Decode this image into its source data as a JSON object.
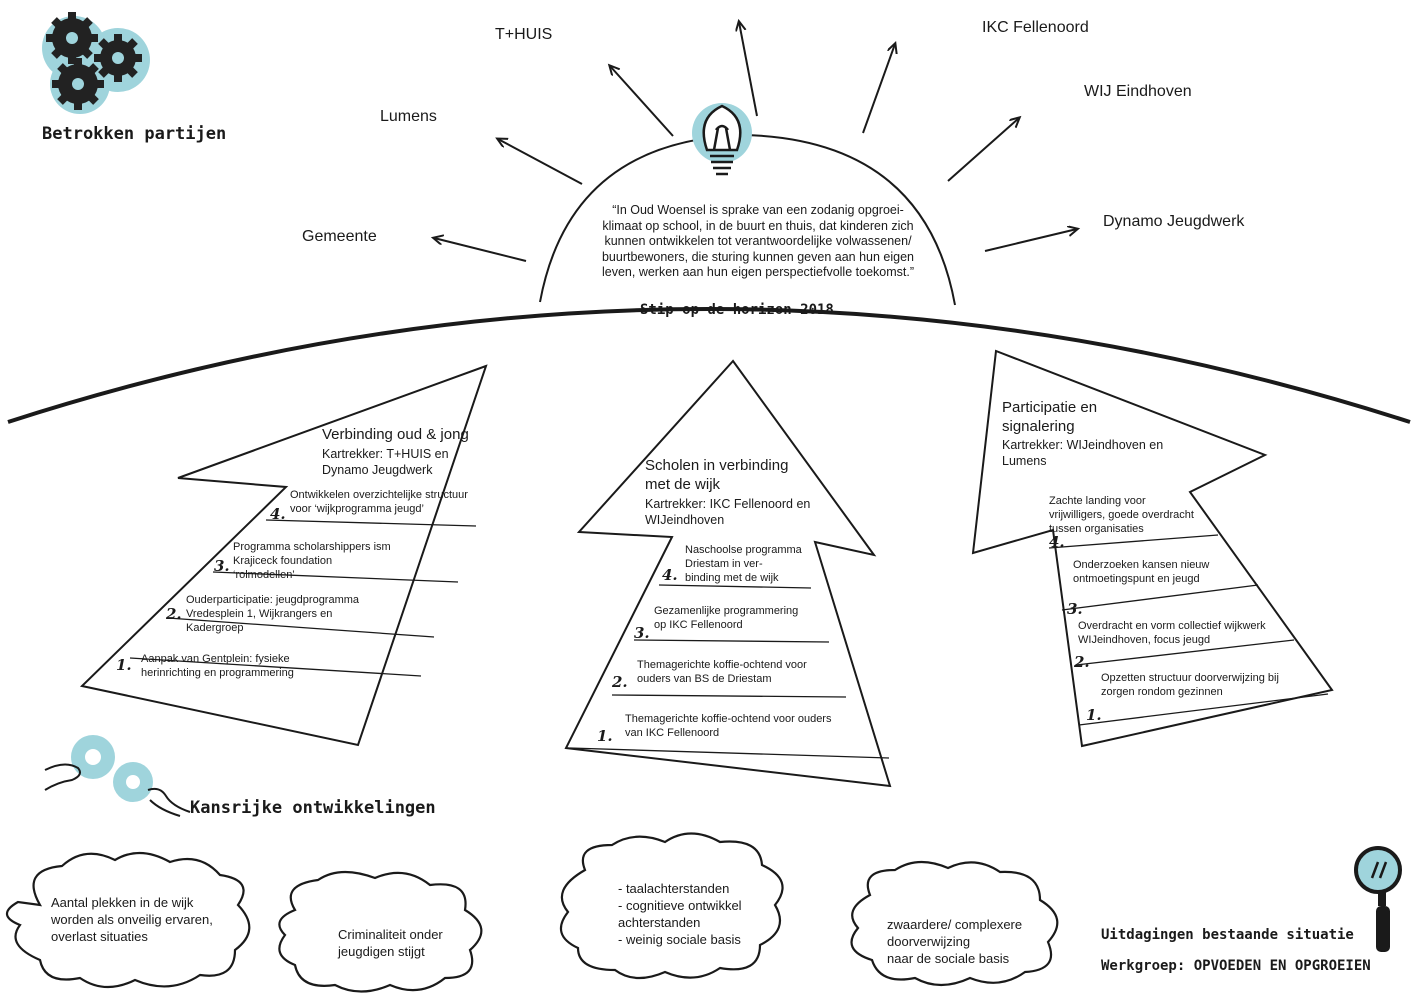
{
  "header": {
    "betrokken_label": "Betrokken partijen",
    "horizon_label": "Stip op de horizon 2018",
    "vision_quote": "“In Oud Woensel is sprake van een zodanig opgroei-\nklimaat op school, in de buurt en thuis, dat kinderen zich\nkunnen ontwikkelen tot verantwoordelijke volwassenen/\nbuurtbewoners, die sturing kunnen geven aan hun eigen\nleven, werken aan hun eigen perspectiefvolle toekomst.”"
  },
  "parties": {
    "thuis": "T+HUIS",
    "lumens": "Lumens",
    "gemeente": "Gemeente",
    "ikc": "IKC Fellenoord",
    "wij": "WIJ Eindhoven",
    "dynamo": "Dynamo Jeugdwerk"
  },
  "arrows": [
    {
      "title": "Verbinding oud & jong",
      "lead": "Kartrekker: T+HUIS en\nDynamo Jeugdwerk",
      "steps": [
        {
          "num": "1.",
          "text": "Aanpak van Gentplein: fysieke\nherinrichting en programmering"
        },
        {
          "num": "2.",
          "text": "Ouderparticipatie: jeugdprogramma\nVredesplein 1, Wijkrangers en\nKadergroep"
        },
        {
          "num": "3.",
          "text": "Programma scholarshippers ism\nKrajiceck foundation\n            ‘rolmodellen’"
        },
        {
          "num": "4.",
          "text": "Ontwikkelen overzichtelijke structuur\nvoor ‘wijkprogramma jeugd’"
        }
      ]
    },
    {
      "title": "Scholen in verbinding\nmet de wijk",
      "lead": "Kartrekker: IKC Fellenoord en\nWIJeindhoven",
      "steps": [
        {
          "num": "1.",
          "text": "Themagerichte koffie-ochtend voor ouders\nvan IKC Fellenoord"
        },
        {
          "num": "2.",
          "text": "Themagerichte koffie-ochtend voor\nouders van BS de Driestam"
        },
        {
          "num": "3.",
          "text": "Gezamenlijke programmering\nop IKC Fellenoord"
        },
        {
          "num": "4.",
          "text": "Naschoolse programma\nDriestam in ver-\nbinding met de wijk"
        }
      ]
    },
    {
      "title": "Participatie en\nsignalering",
      "lead": "Kartrekker: WIJeindhoven en\nLumens",
      "steps": [
        {
          "num": "1.",
          "text": "Opzetten structuur doorverwijzing bij\nzorgen rondom gezinnen"
        },
        {
          "num": "2.",
          "text": "Overdracht en vorm collectief wijkwerk\nWIJeindhoven, focus jeugd"
        },
        {
          "num": "3.",
          "text": "Onderzoeken kansen nieuw\nontmoetingspunt en jeugd"
        },
        {
          "num": "4.",
          "text": "Zachte landing voor\nvrijwilligers, goede overdracht\ntussen organisaties"
        }
      ]
    }
  ],
  "kansrijke_label": "Kansrijke ontwikkelingen",
  "clouds": [
    "Aantal plekken in de wijk\nworden als onveilig ervaren,\noverlast situaties",
    "Criminaliteit onder\njeugdigen stijgt",
    "- taalachterstanden\n- cognitieve ontwikkel\nachterstanden\n- weinig sociale basis",
    "zwaardere/ complexere\n doorverwijzing\nnaar de sociale basis"
  ],
  "footer": {
    "uitdagingen": "Uitdagingen bestaande situatie",
    "werkgroep": "Werkgroep: OPVOEDEN EN OPGROEIEN"
  },
  "colors": {
    "ink": "#1a1a1a",
    "accent": "#9fd4dc",
    "gear": "#222222"
  },
  "icons": [
    "gears-icon",
    "lightbulb-icon",
    "hand-gears-icon",
    "magnifier-icon"
  ]
}
